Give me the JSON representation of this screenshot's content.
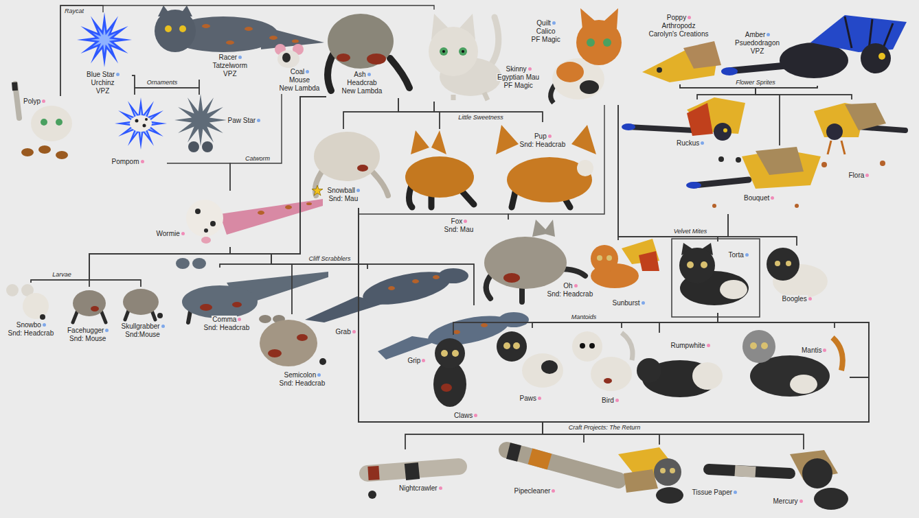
{
  "diagram": {
    "nodes": [
      {
        "text": [
          "Blue Star",
          "Urchinz",
          "VPZ"
        ]
      },
      {
        "text": [
          "Racer",
          "Tatzelworm",
          "VPZ"
        ]
      },
      {
        "text": [
          "Coal",
          "Mouse",
          "New Lambda"
        ]
      },
      {
        "text": [
          "Ash",
          "Headcrab",
          "New Lambda"
        ]
      },
      {
        "text": [
          "Skinny",
          "Egyptian Mau",
          "PF Magic"
        ]
      },
      {
        "text": [
          "Quilt",
          "Calico",
          "PF Magic"
        ]
      },
      {
        "text": [
          "Poppy",
          "Arthropodz",
          "Carolyn's Creations"
        ]
      },
      {
        "text": [
          "Amber",
          "Psuedodragon",
          "VPZ"
        ]
      },
      {
        "text": [
          "Polyp"
        ]
      },
      {
        "text": [
          "Pompom"
        ]
      },
      {
        "text": [
          "Paw Star"
        ]
      },
      {
        "text": [
          "Snowball",
          "Snd: Mau"
        ]
      },
      {
        "text": [
          "Fox",
          "Snd: Mau"
        ]
      },
      {
        "text": [
          "Pup",
          "Snd: Headcrab"
        ]
      },
      {
        "text": [
          "Ruckus"
        ]
      },
      {
        "text": [
          "Flora"
        ]
      },
      {
        "text": [
          "Bouquet"
        ]
      },
      {
        "text": [
          "Wormie"
        ]
      },
      {
        "text": [
          "Oh",
          "Snd: Headcrab"
        ]
      },
      {
        "text": [
          "Sunburst"
        ]
      },
      {
        "text": [
          "Torta"
        ]
      },
      {
        "text": [
          "Boogles"
        ]
      },
      {
        "text": [
          "Snowbo",
          "Snd: Headcrab"
        ]
      },
      {
        "text": [
          "Facehugger",
          "Snd: Mouse"
        ]
      },
      {
        "text": [
          "Skullgrabber",
          "Snd:Mouse"
        ]
      },
      {
        "text": [
          "Comma",
          "Snd: Headcrab"
        ]
      },
      {
        "text": [
          "Grab"
        ]
      },
      {
        "text": [
          "Grip"
        ]
      },
      {
        "text": [
          "Semicolon",
          "Snd: Headcrab"
        ]
      },
      {
        "text": [
          "Claws"
        ]
      },
      {
        "text": [
          "Paws"
        ]
      },
      {
        "text": [
          "Bird"
        ]
      },
      {
        "text": [
          "Rumpwhite"
        ]
      },
      {
        "text": [
          "Mantis"
        ]
      },
      {
        "text": [
          "Nightcrawler"
        ]
      },
      {
        "text": [
          "Pipecleaner"
        ]
      },
      {
        "text": [
          "Tissue Paper"
        ]
      },
      {
        "text": [
          "Mercury"
        ]
      }
    ],
    "edges": [
      {
        "from": 0,
        "to": 8,
        "arrow": "none"
      },
      {
        "from": 4,
        "to": 8,
        "arrow": "none"
      },
      {
        "from": 0,
        "to": 9,
        "arrow": "none"
      },
      {
        "from": 0,
        "to": 10,
        "arrow": "none"
      },
      {
        "from": 1,
        "to": 9,
        "arrow": "none"
      },
      {
        "from": 1,
        "to": 10,
        "arrow": "none"
      },
      {
        "from": 9,
        "to": 17,
        "arrow": "none"
      },
      {
        "from": 2,
        "to": 17,
        "arrow": "none"
      },
      {
        "from": 3,
        "to": 11,
        "arrow": "none"
      },
      {
        "from": 3,
        "to": 12,
        "arrow": "none"
      },
      {
        "from": 3,
        "to": 13,
        "arrow": "none"
      },
      {
        "from": 4,
        "to": 11,
        "arrow": "none"
      },
      {
        "from": 4,
        "to": 12,
        "arrow": "none"
      },
      {
        "from": 4,
        "to": 13,
        "arrow": "none"
      },
      {
        "from": 3,
        "to": 22,
        "arrow": "none"
      },
      {
        "from": 3,
        "to": 23,
        "arrow": "none"
      },
      {
        "from": 3,
        "to": 24,
        "arrow": "none"
      },
      {
        "from": 17,
        "to": 22,
        "arrow": "none"
      },
      {
        "from": 17,
        "to": 23,
        "arrow": "none"
      },
      {
        "from": 17,
        "to": 24,
        "arrow": "none"
      },
      {
        "from": 3,
        "to": 25,
        "arrow": "none"
      },
      {
        "from": 3,
        "to": 26,
        "arrow": "none"
      },
      {
        "from": 3,
        "to": 27,
        "arrow": "none"
      },
      {
        "from": 3,
        "to": 28,
        "arrow": "none"
      },
      {
        "from": 17,
        "to": 25,
        "arrow": "none"
      },
      {
        "from": 17,
        "to": 26,
        "arrow": "none"
      },
      {
        "from": 17,
        "to": 27,
        "arrow": "none"
      },
      {
        "from": 17,
        "to": 28,
        "arrow": "none"
      },
      {
        "from": 6,
        "to": 14,
        "arrow": "none"
      },
      {
        "from": 6,
        "to": 15,
        "arrow": "none"
      },
      {
        "from": 6,
        "to": 16,
        "arrow": "none"
      },
      {
        "from": 7,
        "to": 14,
        "arrow": "none"
      },
      {
        "from": 7,
        "to": 15,
        "arrow": "none"
      },
      {
        "from": 7,
        "to": 16,
        "arrow": "none"
      },
      {
        "from": 11,
        "to": 18,
        "arrow": "none"
      },
      {
        "from": 5,
        "to": 18,
        "arrow": "none"
      },
      {
        "from": 5,
        "to": 19,
        "arrow": "none"
      },
      {
        "from": 5,
        "to": 20,
        "arrow": "none"
      },
      {
        "from": 5,
        "to": 21,
        "arrow": "none"
      },
      {
        "from": 16,
        "to": 19,
        "arrow": "none"
      },
      {
        "from": 16,
        "to": 20,
        "arrow": "none"
      },
      {
        "from": 16,
        "to": 21,
        "arrow": "none"
      },
      {
        "from": 20,
        "to": 29,
        "arrow": "none"
      },
      {
        "from": 20,
        "to": 30,
        "arrow": "none"
      },
      {
        "from": 20,
        "to": 31,
        "arrow": "none"
      },
      {
        "from": 20,
        "to": 32,
        "arrow": "none"
      },
      {
        "from": 20,
        "to": 33,
        "arrow": "none"
      },
      {
        "from": 11,
        "to": 29,
        "arrow": "none"
      },
      {
        "from": 11,
        "to": 30,
        "arrow": "none"
      },
      {
        "from": 11,
        "to": 31,
        "arrow": "none"
      },
      {
        "from": 11,
        "to": 32,
        "arrow": "none"
      },
      {
        "from": 11,
        "to": 33,
        "arrow": "none"
      },
      {
        "from": 11,
        "to": 34,
        "arrow": "none"
      },
      {
        "from": 11,
        "to": 35,
        "arrow": "none"
      },
      {
        "from": 11,
        "to": 36,
        "arrow": "none"
      },
      {
        "from": 11,
        "to": 37,
        "arrow": "none"
      },
      {
        "from": 33,
        "to": 34,
        "arrow": "none"
      },
      {
        "from": 33,
        "to": 35,
        "arrow": "none"
      },
      {
        "from": 33,
        "to": 36,
        "arrow": "none"
      },
      {
        "from": 33,
        "to": 37,
        "arrow": "none"
      }
    ],
    "labels": [
      "Raycat",
      "Ornaments",
      "Catworm",
      "Little Sweetness",
      "Larvae",
      "Cliff Scrabblers",
      "Flower Sprites",
      "Velvet Mites",
      "Mantoids",
      "Craft Projects: The Return"
    ]
  }
}
